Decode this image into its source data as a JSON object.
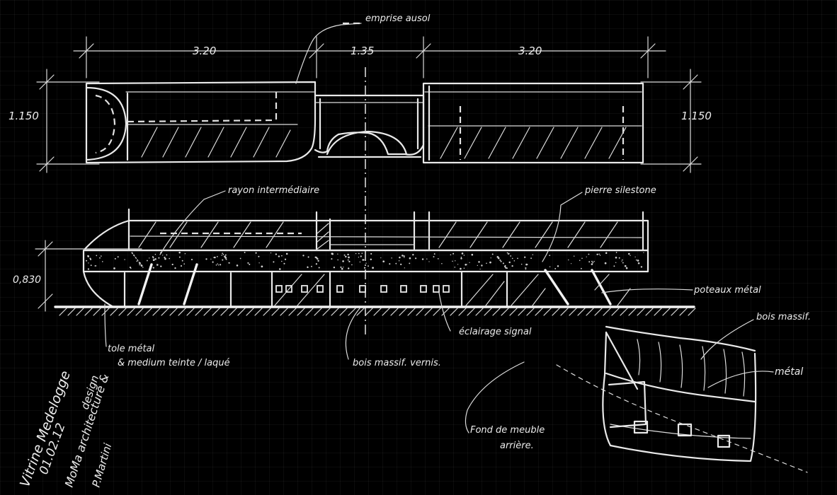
{
  "dimensions": {
    "top_left": "3.20",
    "top_mid": "1.35",
    "top_right": "3.20",
    "height_left": "1.150",
    "height_right": "1.150",
    "elevation_height": "0,830"
  },
  "annotations": {
    "emprise": "emprise ausol",
    "rayon": "rayon intermédiaire",
    "pierre": "pierre silestone",
    "poteaux": "poteaux métal",
    "bois_top": "bois massif.",
    "metal": "métal",
    "eclairage": "éclairage signal",
    "bois_vernis": "bois massif. vernis.",
    "tole_line1": "tole métal",
    "tole_line2": "& medium teinte / laqué",
    "fond_line1": "Fond de meuble",
    "fond_line2": "arrière."
  },
  "title_block": {
    "title": "Vitrine Medelogge",
    "date": "01.02.12",
    "firm_line1": "MoMa architecture &",
    "firm_line2": "design",
    "author": "P.Martini"
  },
  "colors": {
    "background": "#000000",
    "ink": "#e9e9e9",
    "grid": "#181818"
  }
}
